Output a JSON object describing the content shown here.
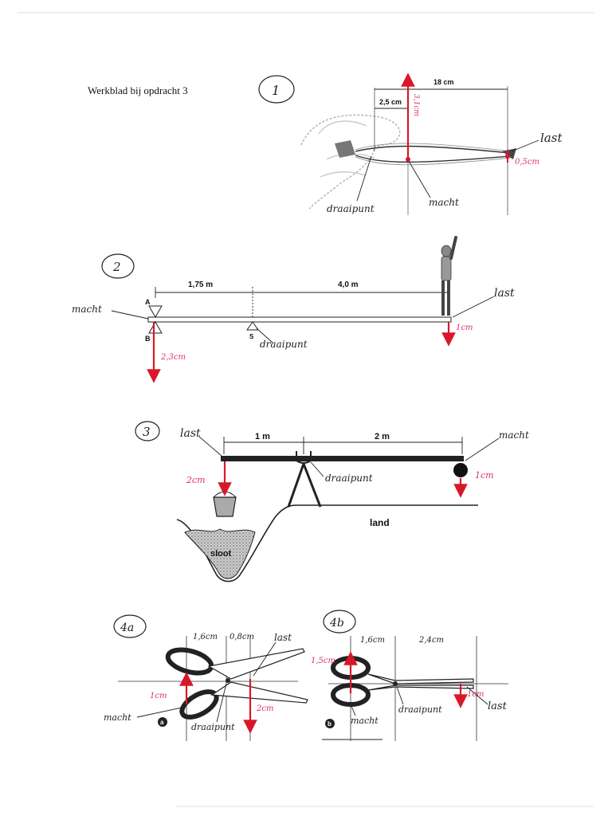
{
  "title": "Werkblad bij opdracht 3",
  "colors": {
    "ink": "#222222",
    "red": "#d8182a",
    "pink": "#e0306a",
    "gray": "#b8b8b8"
  },
  "fig1": {
    "number": "1",
    "dim_total": "18 cm",
    "dim_short": "2,5 cm",
    "force_macht": "3,1cm",
    "force_last": "0,5cm",
    "label_last": "last",
    "label_macht": "macht",
    "label_pivot": "draaipunt"
  },
  "fig2": {
    "number": "2",
    "dim_left": "1,75 m",
    "dim_right": "4,0 m",
    "point_a": "A",
    "point_b": "B",
    "point_s": "S",
    "label_macht": "macht",
    "label_last": "last",
    "label_pivot": "draaipunt",
    "force_macht": "2,3cm",
    "force_last": "1cm"
  },
  "fig3": {
    "number": "3",
    "dim_left": "1 m",
    "dim_right": "2 m",
    "label_last": "last",
    "label_macht": "macht",
    "label_pivot": "draaipunt",
    "force_last": "2cm",
    "force_macht": "1cm",
    "land": "land",
    "sloot": "sloot"
  },
  "fig4a": {
    "number": "4a",
    "dim_left": "1,6cm",
    "dim_right": "0,8cm",
    "label_last": "last",
    "label_macht": "macht",
    "label_pivot": "draaipunt",
    "force_macht": "1cm",
    "force_last": "2cm",
    "badge": "a"
  },
  "fig4b": {
    "number": "4b",
    "dim_left": "1,6cm",
    "dim_right": "2,4cm",
    "force_macht": "1,5cm",
    "force_last": "1cm",
    "label_last": "last",
    "label_macht": "macht",
    "label_pivot": "draaipunt",
    "badge": "b"
  }
}
